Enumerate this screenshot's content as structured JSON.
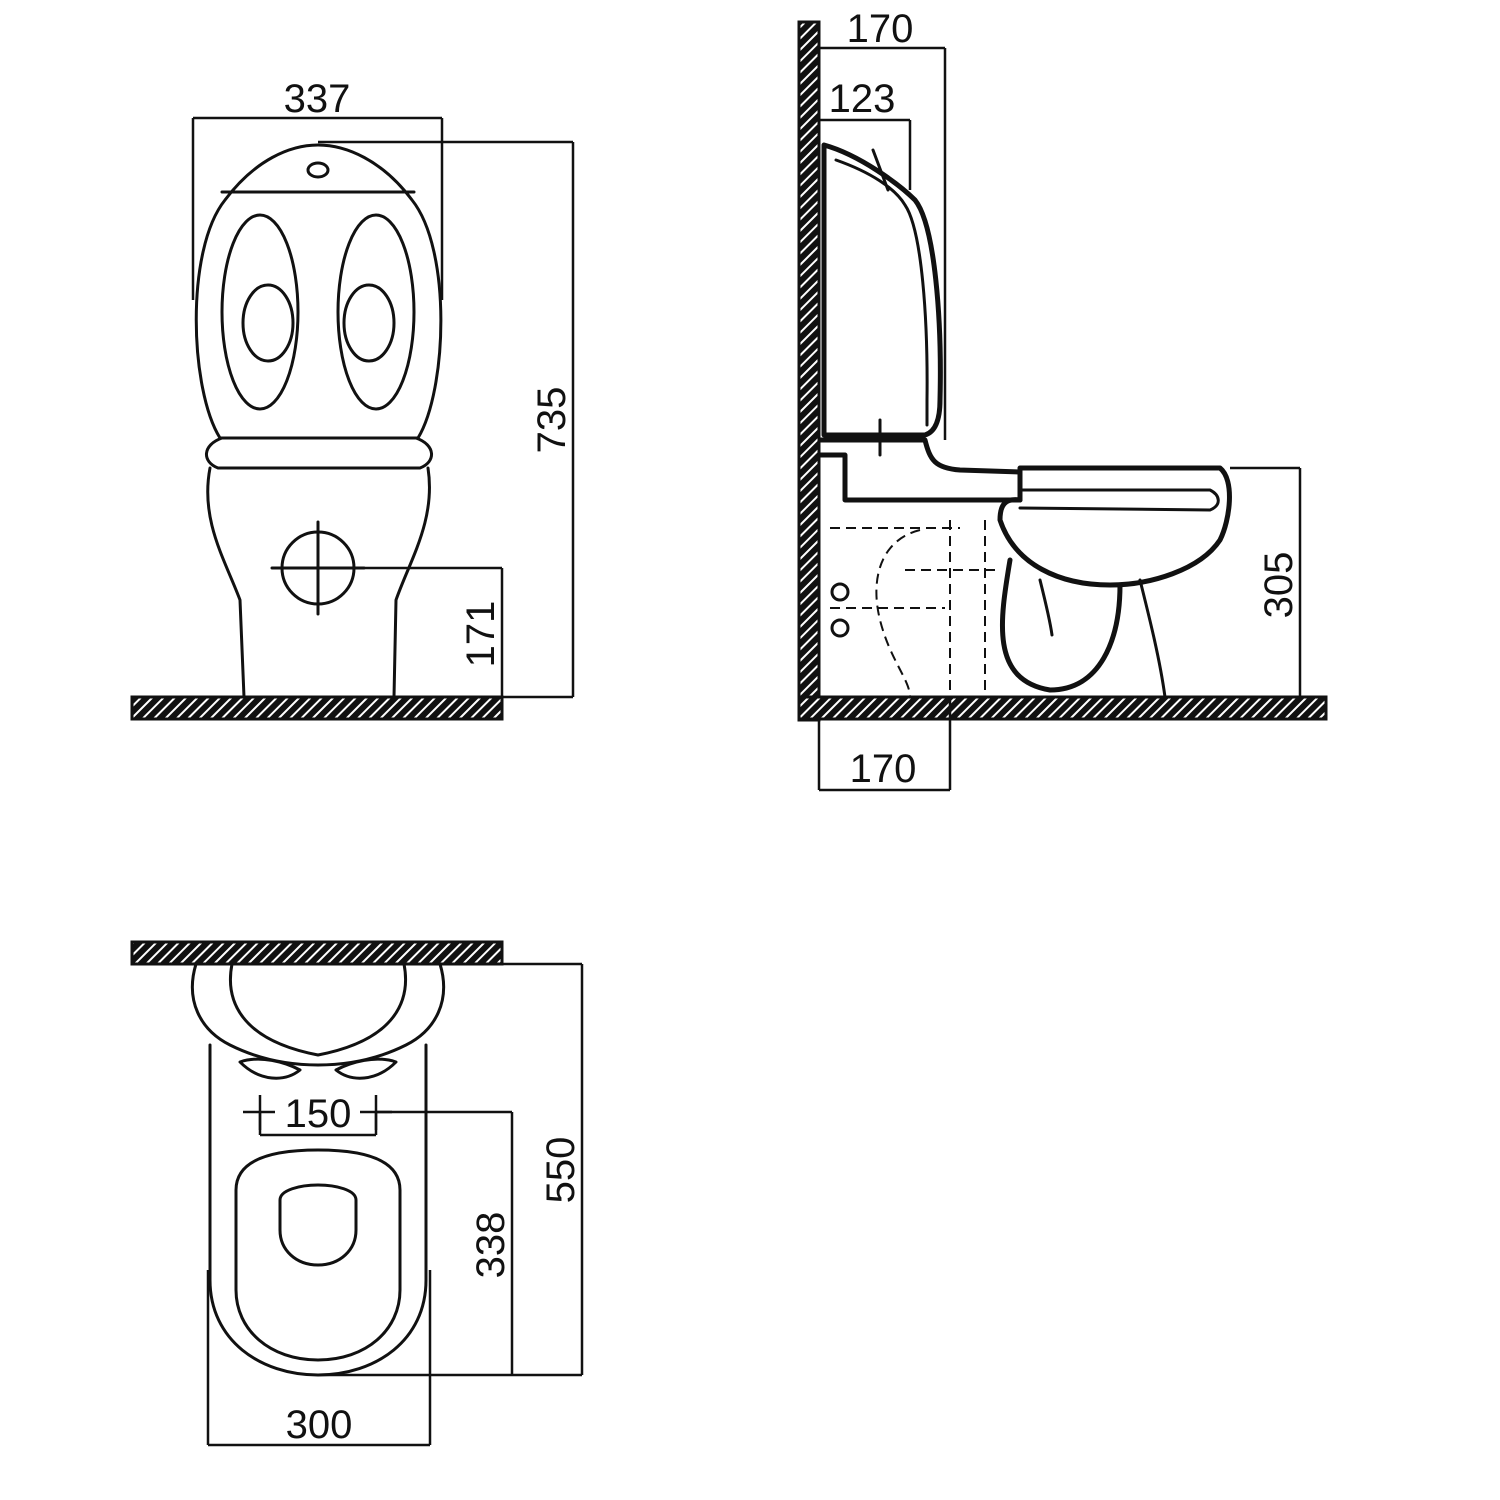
{
  "colors": {
    "line": "#111111",
    "background": "#ffffff"
  },
  "front_view": {
    "width_label": "337",
    "height_label": "735",
    "outlet_height_label": "171"
  },
  "side_view": {
    "top_depth_label": "170",
    "cistern_depth_label": "123",
    "bottom_depth_label": "170",
    "bowl_height_label": "305"
  },
  "top_view": {
    "depth_label": "550",
    "inner_depth_label": "338",
    "fixing_spacing_label": "150",
    "width_label": "300"
  }
}
